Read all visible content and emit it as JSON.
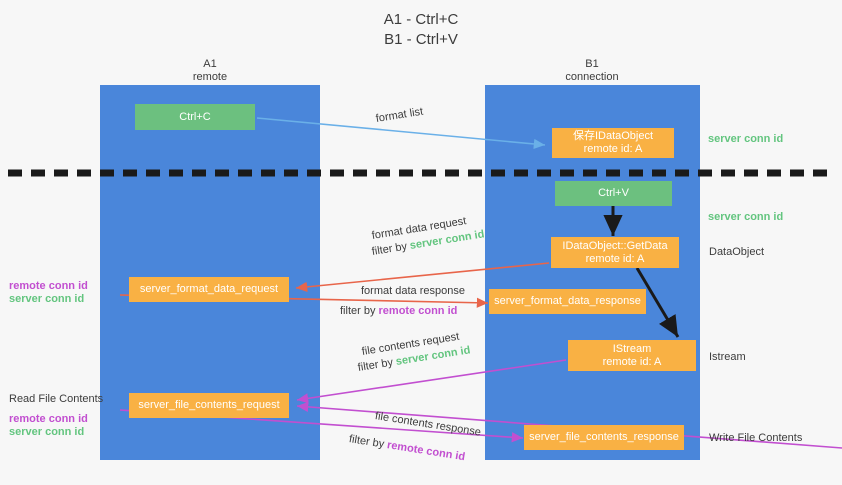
{
  "title": "A1 - Ctrl+C\nB1 - Ctrl+V",
  "columns": [
    {
      "name": "A1",
      "sub": "remote"
    },
    {
      "name": "B1",
      "sub": "connection"
    }
  ],
  "nodes": {
    "ctrl_c": "Ctrl+C",
    "ctrl_v": "Ctrl+V",
    "idataobject_line1": "保存IDataObject",
    "idataobject_line2": "remote id: A",
    "getdata_line1": "IDataObject::GetData",
    "getdata_line2": "remote id: A",
    "istream_line1": "IStream",
    "istream_line2": "remote id: A",
    "server_format_data_request": "server_format_data_request",
    "server_format_data_response": "server_format_data_response",
    "server_file_contents_request": "server_file_contents_request",
    "server_file_contents_response": "server_file_contents_response"
  },
  "edges": {
    "format_list": "format list",
    "format_data_request": "format data request",
    "format_data_response": "format data response",
    "file_contents_request": "file contents request",
    "file_contents_response": "file contents response",
    "filter_by": "filter by "
  },
  "labels": {
    "server_conn_id": "server conn id",
    "remote_conn_id": "remote conn id",
    "data_object": "DataObject",
    "istream": "Istream",
    "read_file_contents": "Read File Contents",
    "write_file_contents": "Write File Contents"
  },
  "colors": {
    "lane": "#4a86da",
    "green_box": "#6cc07f",
    "orange_box": "#f9b144",
    "server_conn": "#63c57f",
    "remote_conn": "#c24fd0",
    "arrow_blue": "#6ab0e8",
    "arrow_red": "#e8654a",
    "arrow_magenta": "#c24fd0",
    "arrow_black": "#1a1a1a",
    "background": "#f7f7f7"
  }
}
